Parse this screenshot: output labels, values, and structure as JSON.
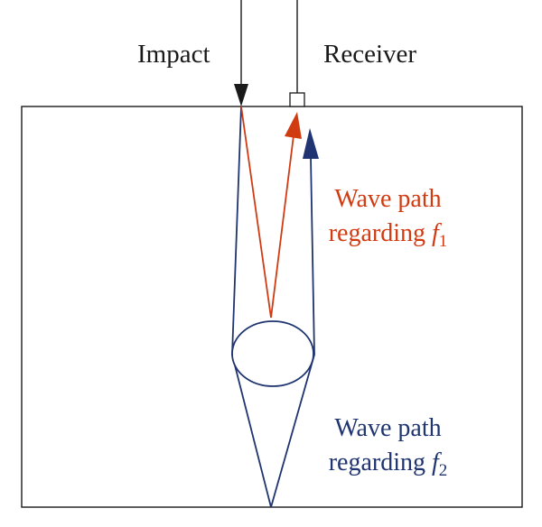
{
  "labels": {
    "impact": "Impact",
    "receiver": "Receiver"
  },
  "paths": [
    {
      "id": "f1",
      "text": "Wave path",
      "regarding": "regarding ",
      "symbol": "f",
      "subscript": "1",
      "color": "#d13b12"
    },
    {
      "id": "f2",
      "text": "Wave path",
      "regarding": "regarding ",
      "symbol": "f",
      "subscript": "2",
      "color": "#1f3470"
    }
  ],
  "colors": {
    "outline": "#1a1a1a",
    "f1": "#d13b12",
    "f2": "#1f3470"
  }
}
